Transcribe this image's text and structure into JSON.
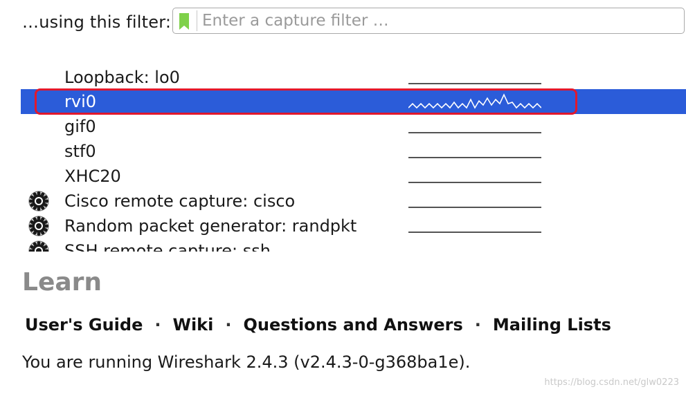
{
  "filter": {
    "label": "…using this filter:",
    "placeholder": "Enter a capture filter …",
    "value": ""
  },
  "interfaces": [
    {
      "name": "Loopback: lo0",
      "icon": null,
      "selected": false,
      "traffic": "flat"
    },
    {
      "name": "rvi0",
      "icon": null,
      "selected": true,
      "traffic": "active"
    },
    {
      "name": "gif0",
      "icon": null,
      "selected": false,
      "traffic": "flat"
    },
    {
      "name": "stf0",
      "icon": null,
      "selected": false,
      "traffic": "flat"
    },
    {
      "name": "XHC20",
      "icon": null,
      "selected": false,
      "traffic": "flat"
    },
    {
      "name": "Cisco remote capture: cisco",
      "icon": "gear-icon",
      "selected": false,
      "traffic": "flat"
    },
    {
      "name": "Random packet generator: randpkt",
      "icon": "gear-icon",
      "selected": false,
      "traffic": "flat"
    },
    {
      "name": "SSH remote capture: ssh",
      "icon": "gear-icon",
      "selected": false,
      "traffic": "flat"
    }
  ],
  "learn": {
    "title": "Learn",
    "links": [
      "User's Guide",
      "Wiki",
      "Questions and Answers",
      "Mailing Lists"
    ],
    "separator": "·",
    "version_text": "You are running Wireshark 2.4.3 (v2.4.3-0-g368ba1e)."
  },
  "watermark": "https://blog.csdn.net/glw0223",
  "colors": {
    "selection": "#2b5cd9",
    "highlight_border": "#e2182c",
    "bookmark": "#7fd14a",
    "learn_title": "#8a8a8a"
  }
}
